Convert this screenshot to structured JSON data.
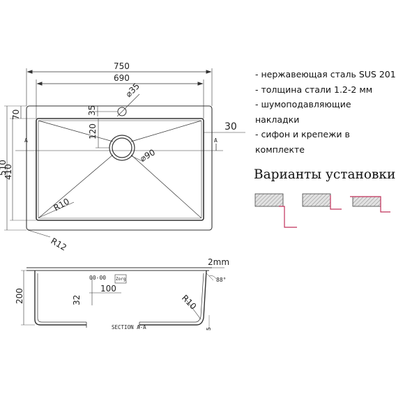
{
  "specs": {
    "items": [
      "- нержавеющая сталь SUS 201",
      "- толщина стали 1.2-2 мм",
      "- шумоподавляющие накладки",
      "- сифон и крепежи в комплекте"
    ]
  },
  "install": {
    "title": "Варианты установки"
  },
  "top_view": {
    "overall_width": "750",
    "inner_width": "690",
    "overall_depth": "510",
    "inner_depth": "410",
    "hole_diameter": "⌀35",
    "hole_offset": "35",
    "top_margin": "70",
    "drain_offset": "120",
    "drain_diameter": "⌀90",
    "rim_width": "30",
    "inner_radius": "R10",
    "outer_radius": "R12",
    "section_marker": "A"
  },
  "section_view": {
    "height": "200",
    "thickness": "2mm",
    "angle": "88°",
    "bottom_radius": "R10",
    "overflow_height": "32",
    "overflow_spacing": "100",
    "small_dim": "5",
    "label": "SECTION A-A",
    "drain_label": "Zorg"
  },
  "colors": {
    "line": "#333333",
    "accent": "#c0305a",
    "hatch_fill": "#d8d8d8"
  }
}
